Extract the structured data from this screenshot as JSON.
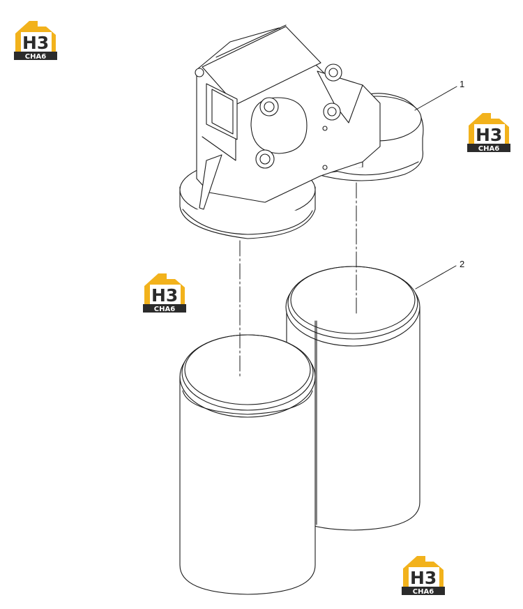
{
  "callouts": [
    {
      "id": "1",
      "label": "1"
    },
    {
      "id": "2",
      "label": "2"
    }
  ],
  "logo": {
    "mark": "H3",
    "subtitle": "CHA6",
    "colors": {
      "gold": "#f2b21c",
      "dark": "#2b2b2b",
      "white": "#ffffff"
    }
  },
  "line_color": "#1a1a1a",
  "fill_color": "#ffffff"
}
